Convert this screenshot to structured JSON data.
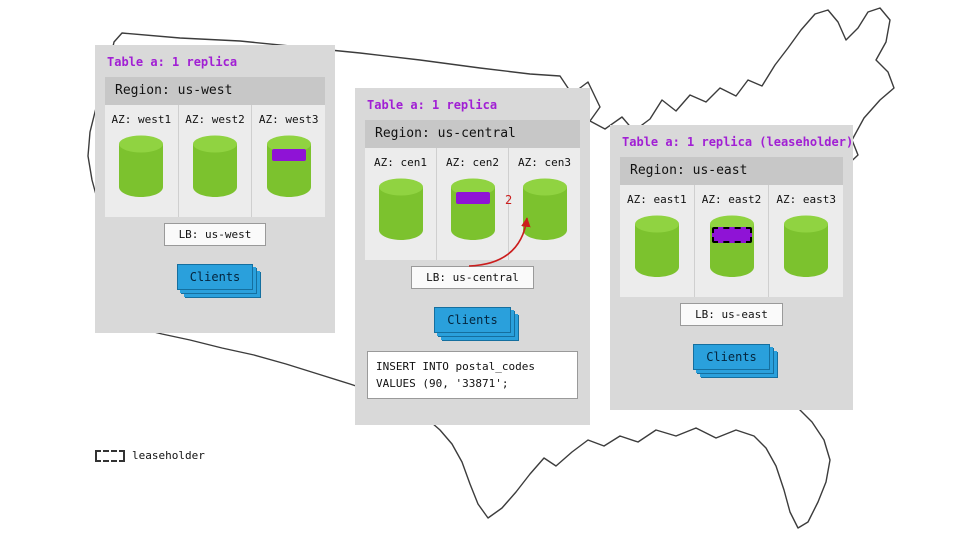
{
  "colors": {
    "cylinder_green": "#7cc22e",
    "cylinder_top_green": "#90d341",
    "replica_purple": "#8f13d6",
    "table_label_purple": "#a11fd4",
    "clients_blue": "#2aa0dc",
    "clients_border_blue": "#156f9f",
    "arrow_red": "#cb1d1d",
    "panel_gray": "#d9d9d9",
    "region_band_gray": "#c7c7c7",
    "az_area_gray": "#ececec"
  },
  "legend": {
    "label": "leaseholder"
  },
  "panels": {
    "west": {
      "table_label": "Table a: 1 replica",
      "region_label": "Region: us-west",
      "azs": [
        {
          "label": "AZ: west1"
        },
        {
          "label": "AZ: west2"
        },
        {
          "label": "AZ: west3"
        }
      ],
      "lb_label": "LB: us-west",
      "clients_label": "Clients"
    },
    "central": {
      "table_label": "Table a: 1 replica",
      "region_label": "Region: us-central",
      "azs": [
        {
          "label": "AZ: cen1"
        },
        {
          "label": "AZ: cen2"
        },
        {
          "label": "AZ: cen3"
        }
      ],
      "lb_label": "LB: us-central",
      "clients_label": "Clients",
      "arrow_label": "2",
      "query": {
        "line1": "INSERT INTO postal_codes",
        "line2": "VALUES (90, '33871';"
      }
    },
    "east": {
      "table_label": "Table a: 1 replica (leaseholder)",
      "region_label": "Region: us-east",
      "azs": [
        {
          "label": "AZ: east1"
        },
        {
          "label": "AZ: east2"
        },
        {
          "label": "AZ: east3"
        }
      ],
      "lb_label": "LB: us-east",
      "clients_label": "Clients"
    }
  }
}
